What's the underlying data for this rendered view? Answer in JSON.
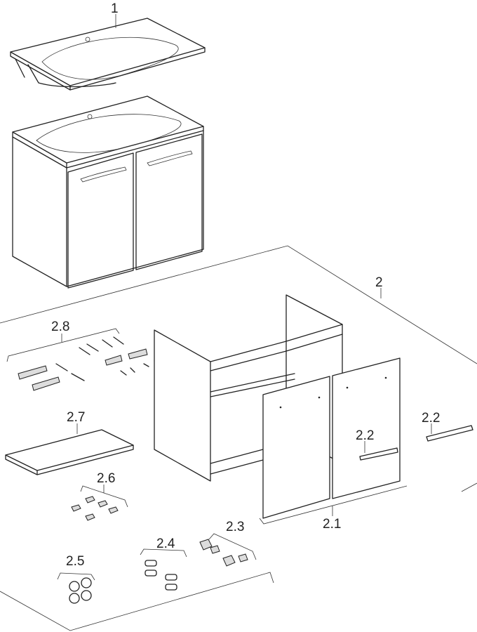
{
  "labels": {
    "washbasin": "1",
    "cabinet": "2",
    "doors": "2.1",
    "handle_loose": "2.2",
    "handle_mounted": "2.2",
    "hinges": "2.3",
    "buffers": "2.4",
    "feet": "2.5",
    "shelf_supports": "2.6",
    "shelf": "2.7",
    "fixing_set": "2.8"
  }
}
